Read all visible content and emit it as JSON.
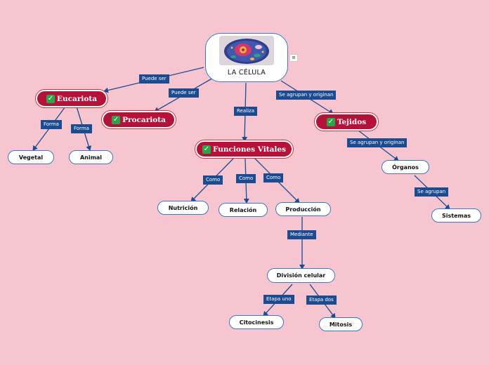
{
  "root": {
    "title": "LA CÉLULA",
    "image_icon": "cell-illustration"
  },
  "main_nodes": {
    "eucariota": "Eucariota",
    "procariota": "Procariota",
    "funciones": "Funciones Vitales",
    "tejidos": "Tejidos"
  },
  "check_icon": "✓",
  "leaf_nodes": {
    "vegetal": "Vegetal",
    "animal": "Animal",
    "nutricion": "Nutrición",
    "relacion": "Relación",
    "produccion": "Producción",
    "division": "División celular",
    "citocinesis": "Citocinesis",
    "mitosis": "Mitosis",
    "organos": "Órganos",
    "sistemas": "Sistemas"
  },
  "edge_labels": {
    "root_eucariota": "Puede ser",
    "root_procariota": "Puede ser",
    "root_funciones": "Realiza",
    "root_tejidos": "Se agrupan y originan",
    "euc_vegetal": "Forma",
    "euc_animal": "Forma",
    "fun_nutricion": "Como",
    "fun_relacion": "Como",
    "fun_produccion": "Como",
    "prod_division": "Mediante",
    "div_citocinesis": "Etapa uno",
    "div_mitosis": "Etapa dos",
    "tej_organos": "Se agrupan y originan",
    "org_sistemas": "Se agrupan"
  },
  "colors": {
    "background": "#f7c5d0",
    "main_node": "#b5123a",
    "edge": "#1b4b91",
    "leaf_border": "#3a78c2"
  }
}
